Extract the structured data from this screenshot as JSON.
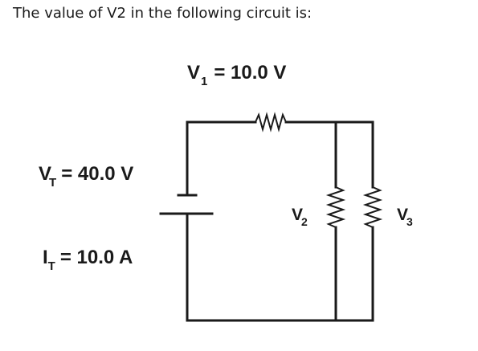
{
  "question": "The value of V2 in the following circuit is:",
  "circuit": {
    "v1": {
      "letter": "V",
      "sub": "1",
      "value": "= 10.0 V"
    },
    "vt": {
      "letter": "V",
      "sub": "T",
      "value": "= 40.0 V"
    },
    "it": {
      "letter": "I",
      "sub": "T",
      "value": "= 10.0 A"
    },
    "v2": {
      "letter": "V",
      "sub": "2"
    },
    "v3": {
      "letter": "V",
      "sub": "3"
    }
  }
}
